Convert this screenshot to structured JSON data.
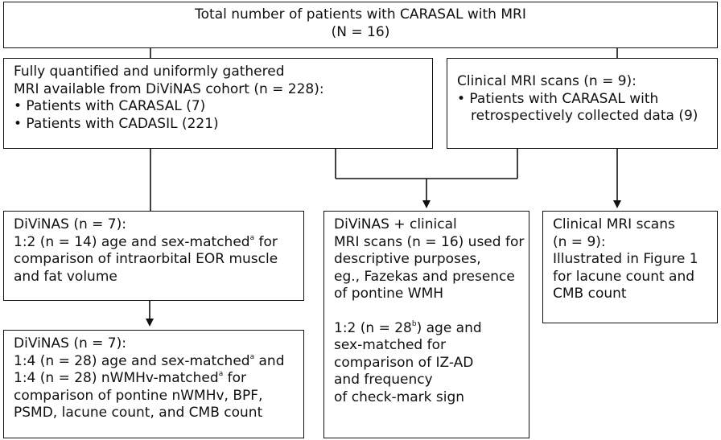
{
  "top": {
    "line1": "Total number of patients with CARASAL with MRI",
    "line2": "(N = 16)"
  },
  "divinas_cohort": {
    "line1": "Fully quantified and uniformly gathered",
    "line2": "MRI available from DiViNAS cohort (n = 228):",
    "bullet1": "• Patients with CARASAL (7)",
    "bullet2": "• Patients with CADASIL (221)"
  },
  "clinical_mri": {
    "line1": "Clinical MRI scans (n = 9):",
    "bullet1": "• Patients with CARASAL with",
    "bullet1_cont": "retrospectively collected data (9)"
  },
  "divinas_n7_a": {
    "line1": "DiViNAS (n = 7):",
    "line2_pre": "1:2 (n = 14) age and sex-matched",
    "line2_sup": "a",
    "line2_post": " for",
    "line3": "comparison of intraorbital EOR muscle",
    "line4": "and fat volume"
  },
  "divinas_clinical": {
    "line1": "DiViNAS + clinical",
    "line2": "MRI scans (n = 16) used for",
    "line3": "descriptive purposes,",
    "line4": "eg., Fazekas and presence",
    "line5": "of pontine WMH",
    "line6_pre": "1:2 (n = 28",
    "line6_sup": "b",
    "line6_post": ") age and",
    "line7": "sex-matched for",
    "line8": "comparison of IZ-AD",
    "line9": "and frequency",
    "line10": "of check-mark sign"
  },
  "clinical_mri_result": {
    "line1": "Clinical MRI scans",
    "line2": "(n = 9):",
    "line3": "Illustrated in Figure 1",
    "line4": "for lacune count and",
    "line5": "CMB count"
  },
  "divinas_n7_b": {
    "line1": "DiViNAS (n = 7):",
    "line2_pre": "1:4 (n = 28) age and sex-matched",
    "line2_sup": "a",
    "line2_post": " and",
    "line3_pre": "1:4 (n = 28) nWMHv-matched",
    "line3_sup": "a",
    "line3_post": " for",
    "line4": "comparison of pontine nWMHv, BPF,",
    "line5": "PSMD, lacune count, and CMB count"
  }
}
